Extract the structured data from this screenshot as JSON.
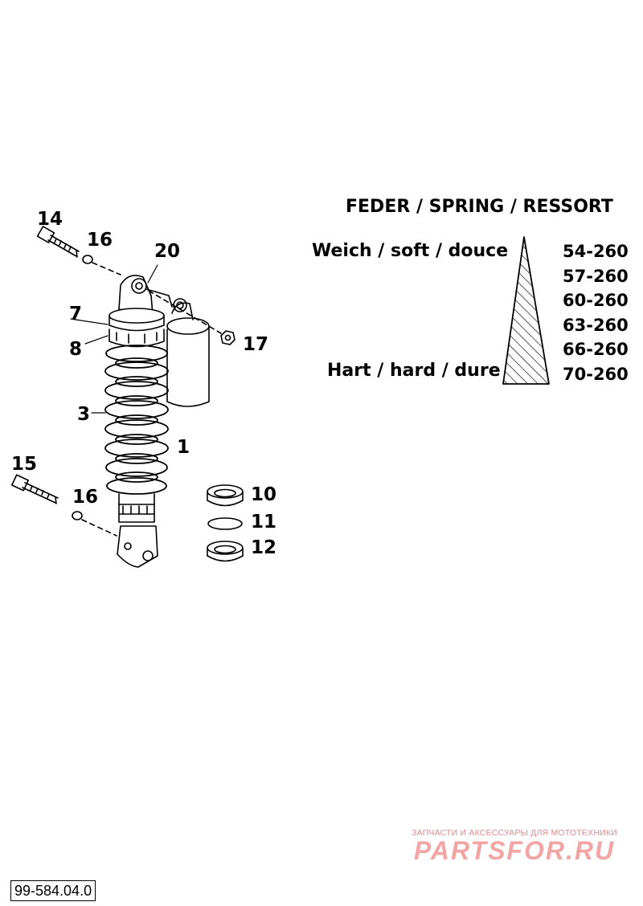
{
  "callouts": {
    "c14": "14",
    "c16a": "16",
    "c20": "20",
    "c7": "7",
    "c8": "8",
    "c17": "17",
    "c3": "3",
    "c1": "1",
    "c15": "15",
    "c16b": "16",
    "c10": "10",
    "c11": "11",
    "c12": "12"
  },
  "spring_table": {
    "title": "FEDER / SPRING / RESSORT",
    "soft_label": "Weich / soft / douce",
    "hard_label": "Hart / hard / dure",
    "rates": [
      "54-260",
      "57-260",
      "60-260",
      "63-260",
      "66-260",
      "70-260"
    ]
  },
  "drawing_code": "99-584.04.0",
  "watermark": {
    "tagline": "ЗАПЧАСТИ И АКСЕССУАРЫ ДЛЯ МОТОТЕХНИКИ",
    "brand": "PARTSFOR.RU"
  }
}
